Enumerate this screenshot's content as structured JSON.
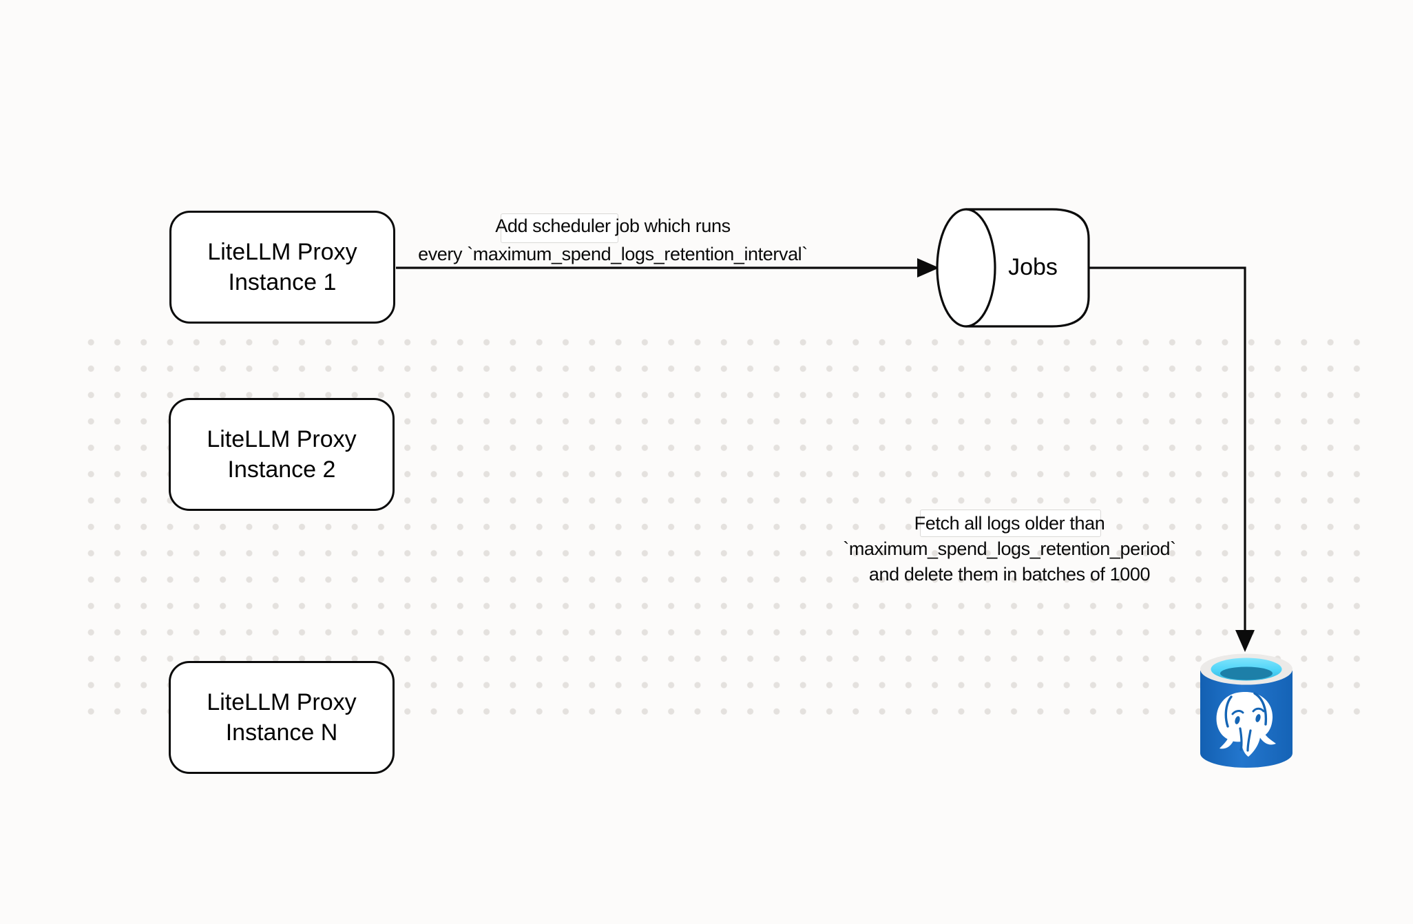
{
  "diagram": {
    "background_color": "#FCFBFA",
    "dot_grid_color": "#E4E1DE",
    "stroke_color": "#0B0B0B",
    "nodes": {
      "proxy_instances": [
        {
          "id": "proxy-instance-1",
          "line1": "LiteLLM Proxy",
          "line2": "Instance 1"
        },
        {
          "id": "proxy-instance-2",
          "line1": "LiteLLM Proxy",
          "line2": "Instance 2"
        },
        {
          "id": "proxy-instance-n",
          "line1": "LiteLLM Proxy",
          "line2": "Instance N"
        }
      ],
      "jobs_queue": {
        "label": "Jobs",
        "shape": "horizontal-cylinder"
      },
      "postgres_db": {
        "icon": "postgresql-database-icon",
        "colors": {
          "body_blue": "#1E6FC3",
          "body_blue_dark": "#1360B2",
          "rim_gray": "#ECEAE8",
          "water_cyan": "#4ED4F8",
          "water_teal": "#1D7FA8",
          "elephant_white": "#FFFFFF",
          "elephant_detail_blue": "#1565B5"
        }
      }
    },
    "edges": [
      {
        "id": "add-scheduler-edge",
        "from": "proxy-instance-1",
        "to": "jobs-queue",
        "label_line1": "Add scheduler job which runs",
        "label_line2": "every `maximum_spend_logs_retention_interval`"
      },
      {
        "id": "fetch-delete-edge",
        "from": "jobs-queue",
        "to": "postgres-db",
        "label_line1": "Fetch all logs older than",
        "label_line2": "`maximum_spend_logs_retention_period`",
        "label_line3": "and delete them in batches of 1000"
      }
    ]
  }
}
